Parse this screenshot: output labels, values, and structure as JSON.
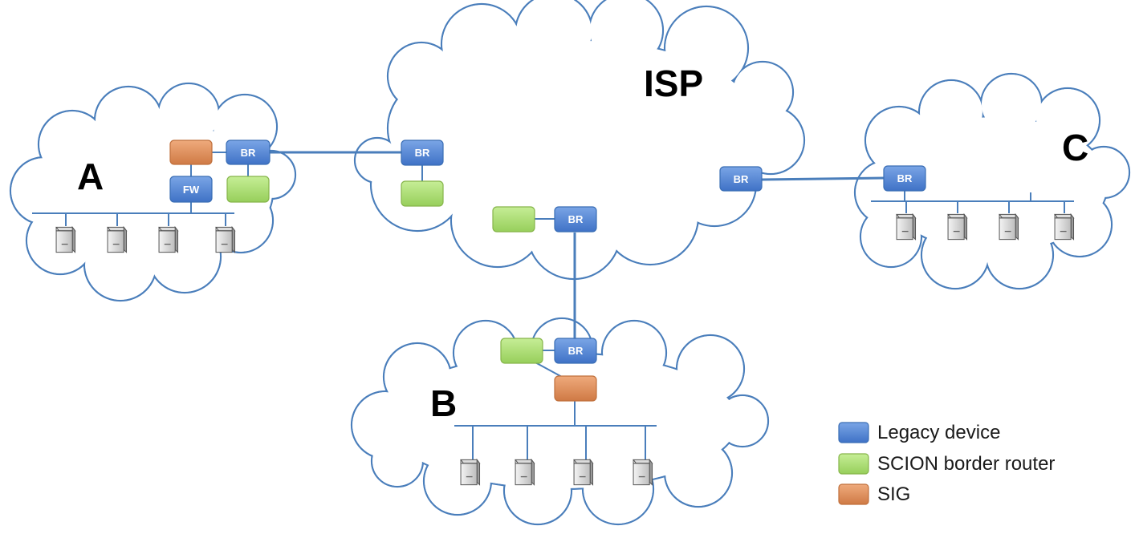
{
  "clouds": {
    "A": "A",
    "B": "B",
    "C": "C",
    "ISP": "ISP"
  },
  "devices": {
    "br": "BR",
    "fw": "FW"
  },
  "legend": {
    "items": [
      {
        "label": "Legacy device",
        "color": "#4f81d0"
      },
      {
        "label": "SCION border router",
        "color": "#a6db6b"
      },
      {
        "label": "SIG",
        "color": "#d98a55"
      }
    ]
  },
  "colors": {
    "legacy": "#4f81d0",
    "scion": "#a6db6b",
    "sig": "#d98a55",
    "outline": "#4a7ebb"
  },
  "icons": {
    "host": "server-tower-icon"
  }
}
